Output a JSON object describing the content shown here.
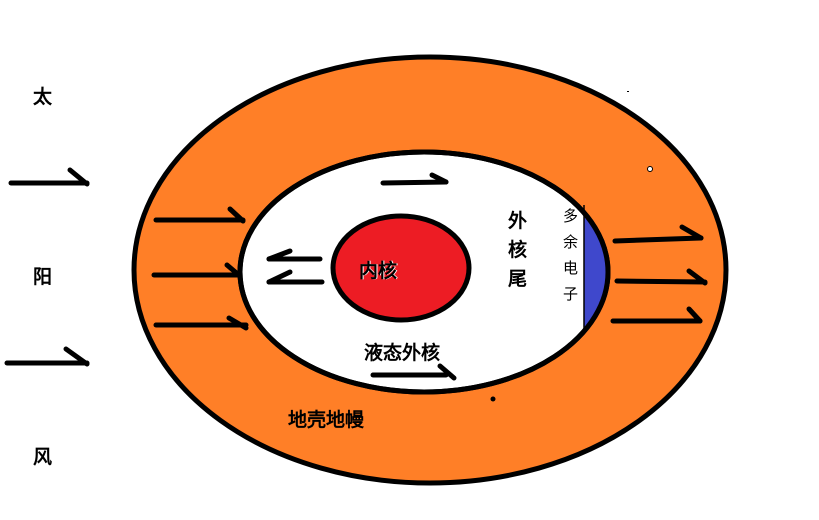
{
  "diagram": {
    "solar_wind_label": [
      "太",
      "阳",
      "风"
    ],
    "layers": {
      "crust_mantle": {
        "label": "地壳地幔",
        "color": "#ff7f27"
      },
      "liquid_outer_core": {
        "label": "液态外核",
        "color": "#ffffff"
      },
      "inner_core": {
        "label": "内核",
        "color": "#ed1c24"
      },
      "outer_core_tail": {
        "label": [
          "外",
          "核",
          "尾"
        ]
      },
      "excess_electrons": {
        "label": [
          "多",
          "余",
          "电",
          "子"
        ],
        "color": "#3f48cc"
      }
    },
    "colors": {
      "outline": "#000000",
      "background": "#ffffff"
    }
  }
}
